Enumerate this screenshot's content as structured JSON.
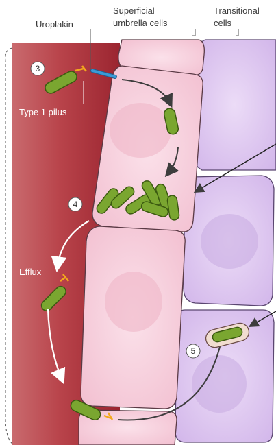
{
  "labels": {
    "uroplakin": "Uroplakin",
    "superficial_line1": "Superficial",
    "superficial_line2": "umbrella cells",
    "transitional_line1": "Transitional",
    "transitional_line2": "cells",
    "type1_pilus": "Type 1 pilus",
    "efflux": "Efflux"
  },
  "steps": {
    "step3": "3",
    "step4": "4",
    "step5": "5"
  },
  "colors": {
    "lumen_dark": "#a8313a",
    "lumen_light": "#c75a5f",
    "umbrella_cell": "#f7cfdc",
    "umbrella_nucleus": "#f0b9c9",
    "transitional_cell": "#dcc6ee",
    "transitional_nucleus": "#c9aee3",
    "bacterium": "#7aa630",
    "bacterium_outline": "#3b5a10",
    "pilus_tip": "#f2a81d",
    "uroplakin": "#3a9bd6",
    "arrow_dark": "#3d3d3d",
    "arrow_white": "#ffffff"
  }
}
